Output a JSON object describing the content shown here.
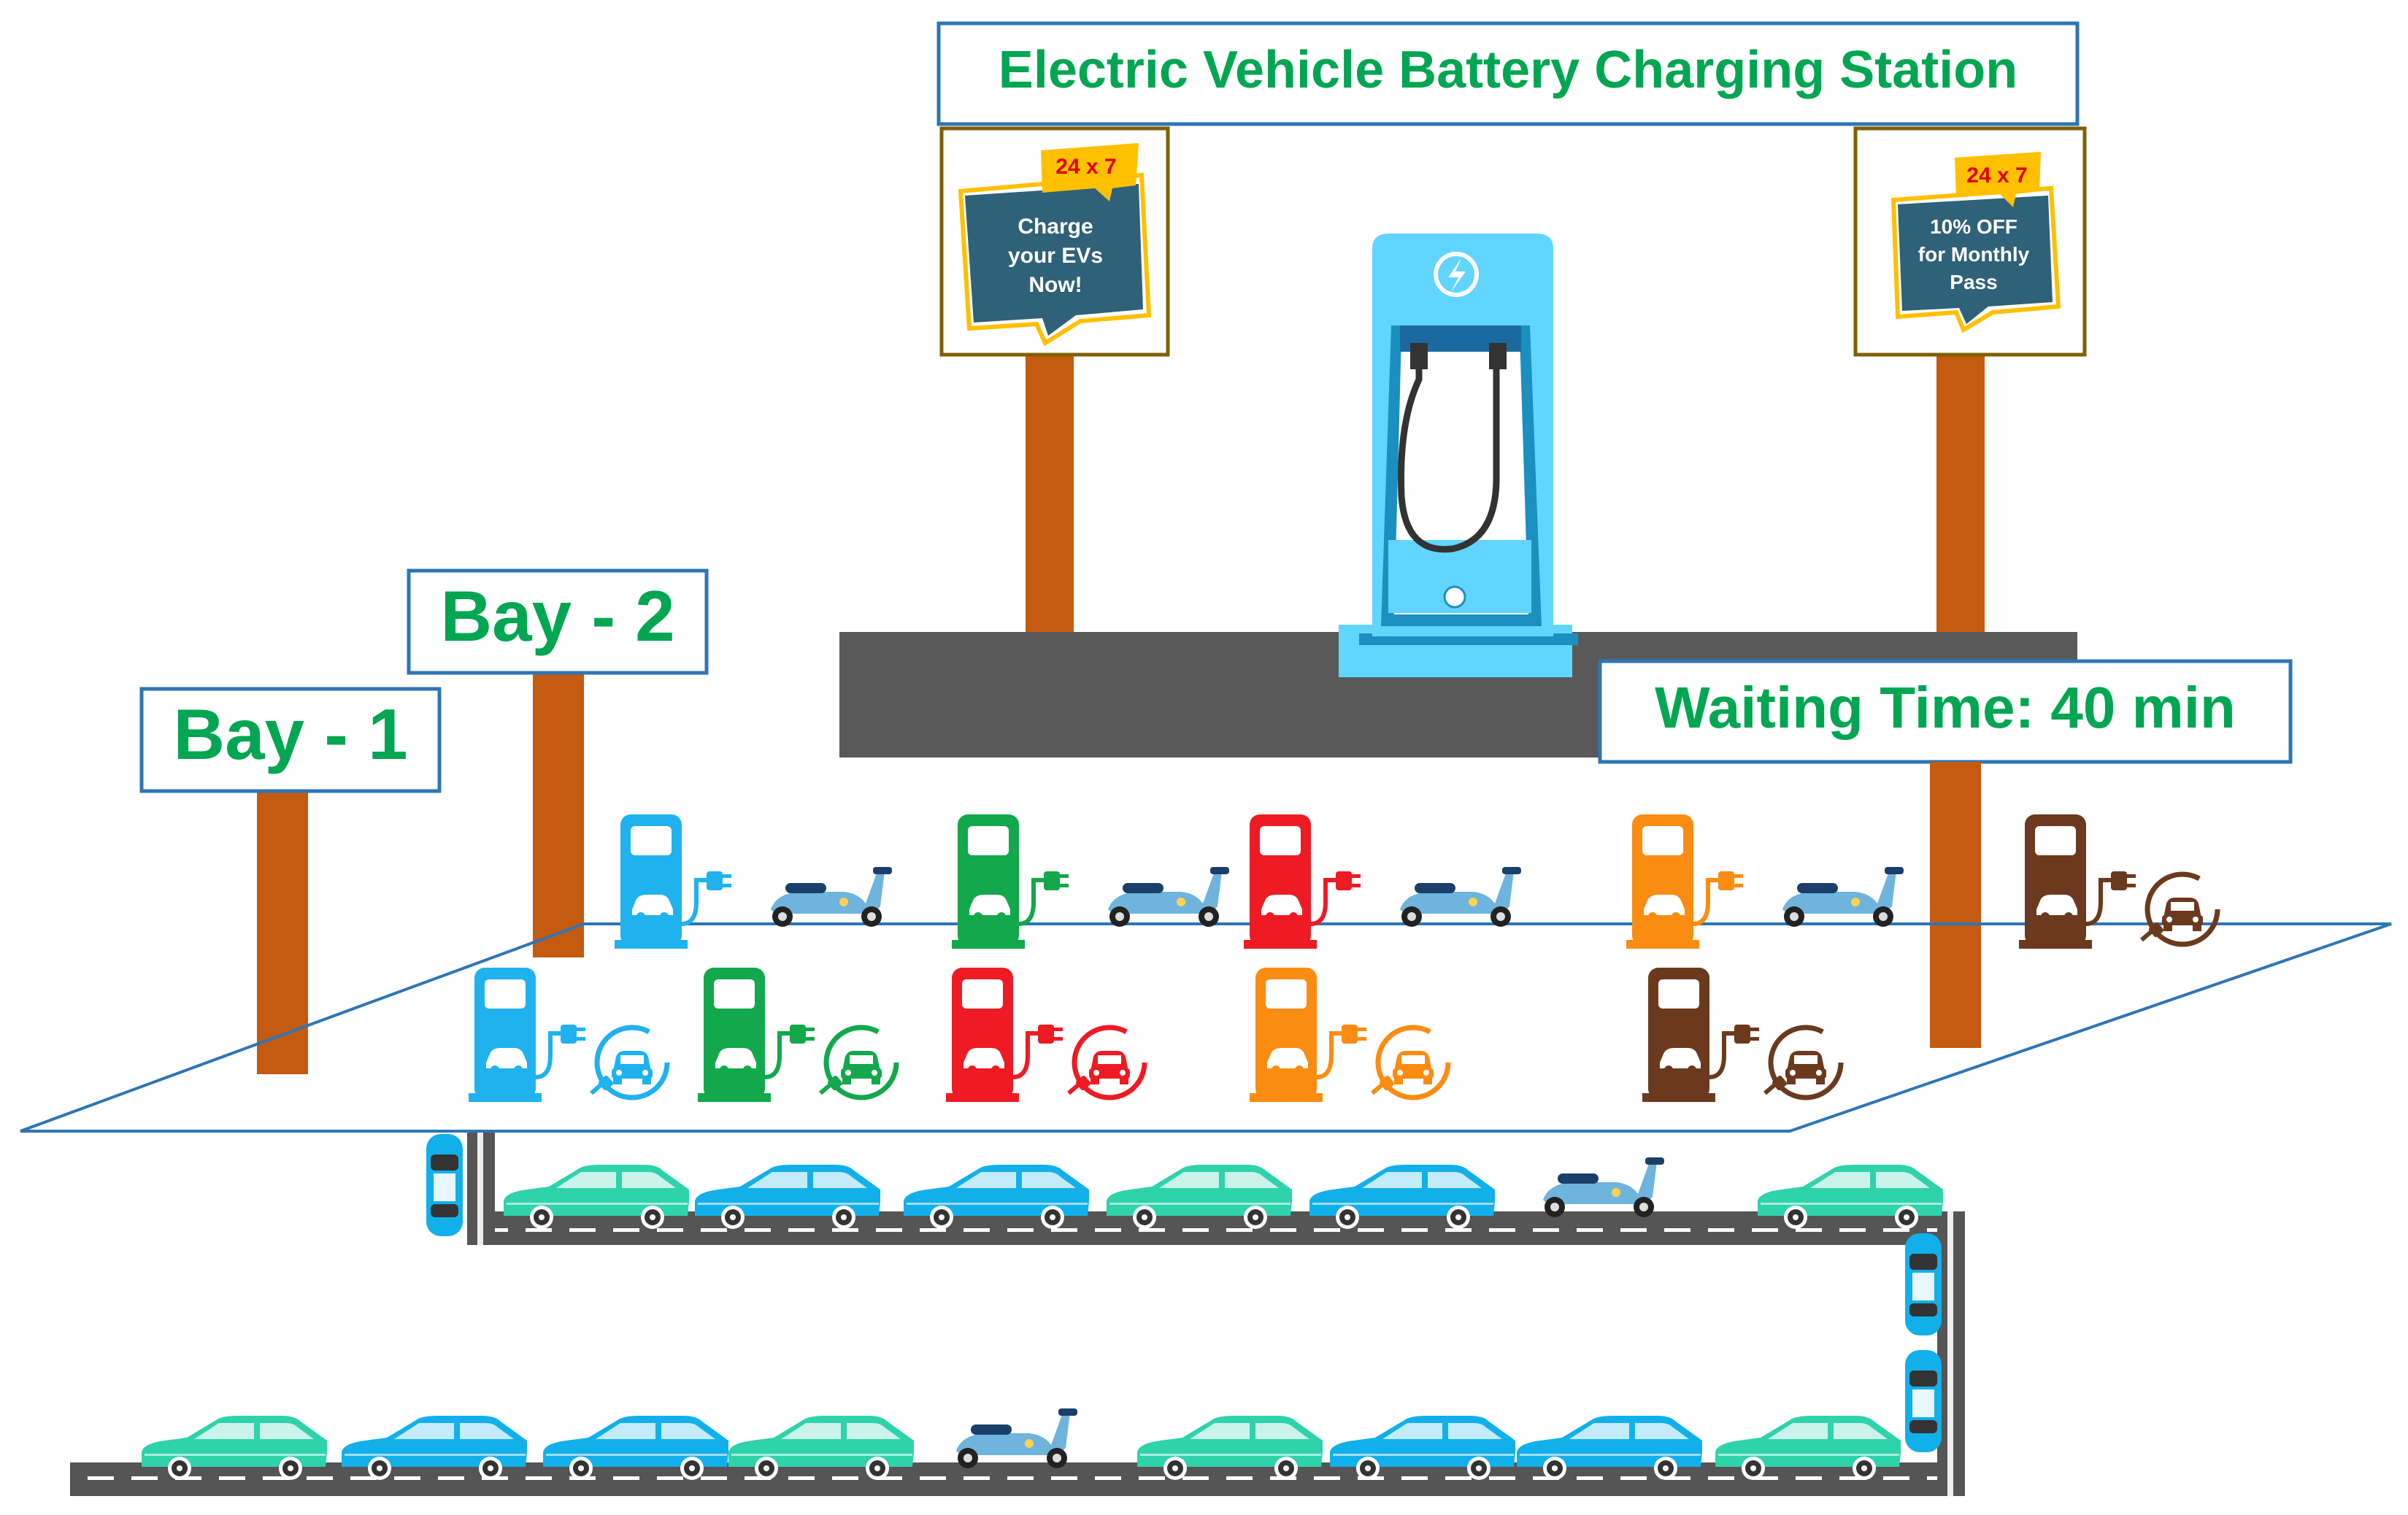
{
  "title": "Electric Vehicle Battery Charging Station",
  "left_sign": {
    "badge": "24 x 7",
    "line1": "Charge",
    "line2": "your EVs",
    "line3": "Now!"
  },
  "right_sign": {
    "badge": "24 x 7",
    "line1": "10% OFF",
    "line2": "for Monthly",
    "line3": "Pass"
  },
  "bay1_label": "Bay - 1",
  "bay2_label": "Bay - 2",
  "waiting_label": "Waiting Time: 40 min",
  "colors": {
    "title_text": "#00a651",
    "border_blue": "#2e75b6",
    "post": "#c55a11",
    "platform": "#595959",
    "road": "#555555",
    "sign_panel": "#2f6178",
    "badge": "#ffc000",
    "badge_text": "#e00000",
    "charger_main": "#61d5ff",
    "teal_car": "#2ed3aa",
    "blue_car": "#11b0ea"
  },
  "back_row_chargers": [
    {
      "color": "#1fb2ee",
      "vehicle": "scooter"
    },
    {
      "color": "#12a84b",
      "vehicle": "scooter"
    },
    {
      "color": "#ee1b24",
      "vehicle": "scooter"
    },
    {
      "color": "#fb8c12",
      "vehicle": "scooter"
    },
    {
      "color": "#6b3a1e",
      "vehicle": "car-plug"
    }
  ],
  "front_row_chargers": [
    {
      "color": "#1fb2ee",
      "vehicle": "car-plug"
    },
    {
      "color": "#12a84b",
      "vehicle": "car-plug"
    },
    {
      "color": "#ee1b24",
      "vehicle": "car-plug"
    },
    {
      "color": "#fb8c12",
      "vehicle": "car-plug"
    },
    {
      "color": "#6b3a1e",
      "vehicle": "car-plug"
    }
  ],
  "queue_upper": [
    "teal-car",
    "blue-car",
    "blue-car",
    "teal-car",
    "blue-car",
    "scooter",
    "teal-car"
  ],
  "queue_lower": [
    "teal-car",
    "blue-car",
    "blue-car",
    "teal-car",
    "scooter",
    "teal-car",
    "blue-car",
    "blue-car",
    "teal-car"
  ]
}
